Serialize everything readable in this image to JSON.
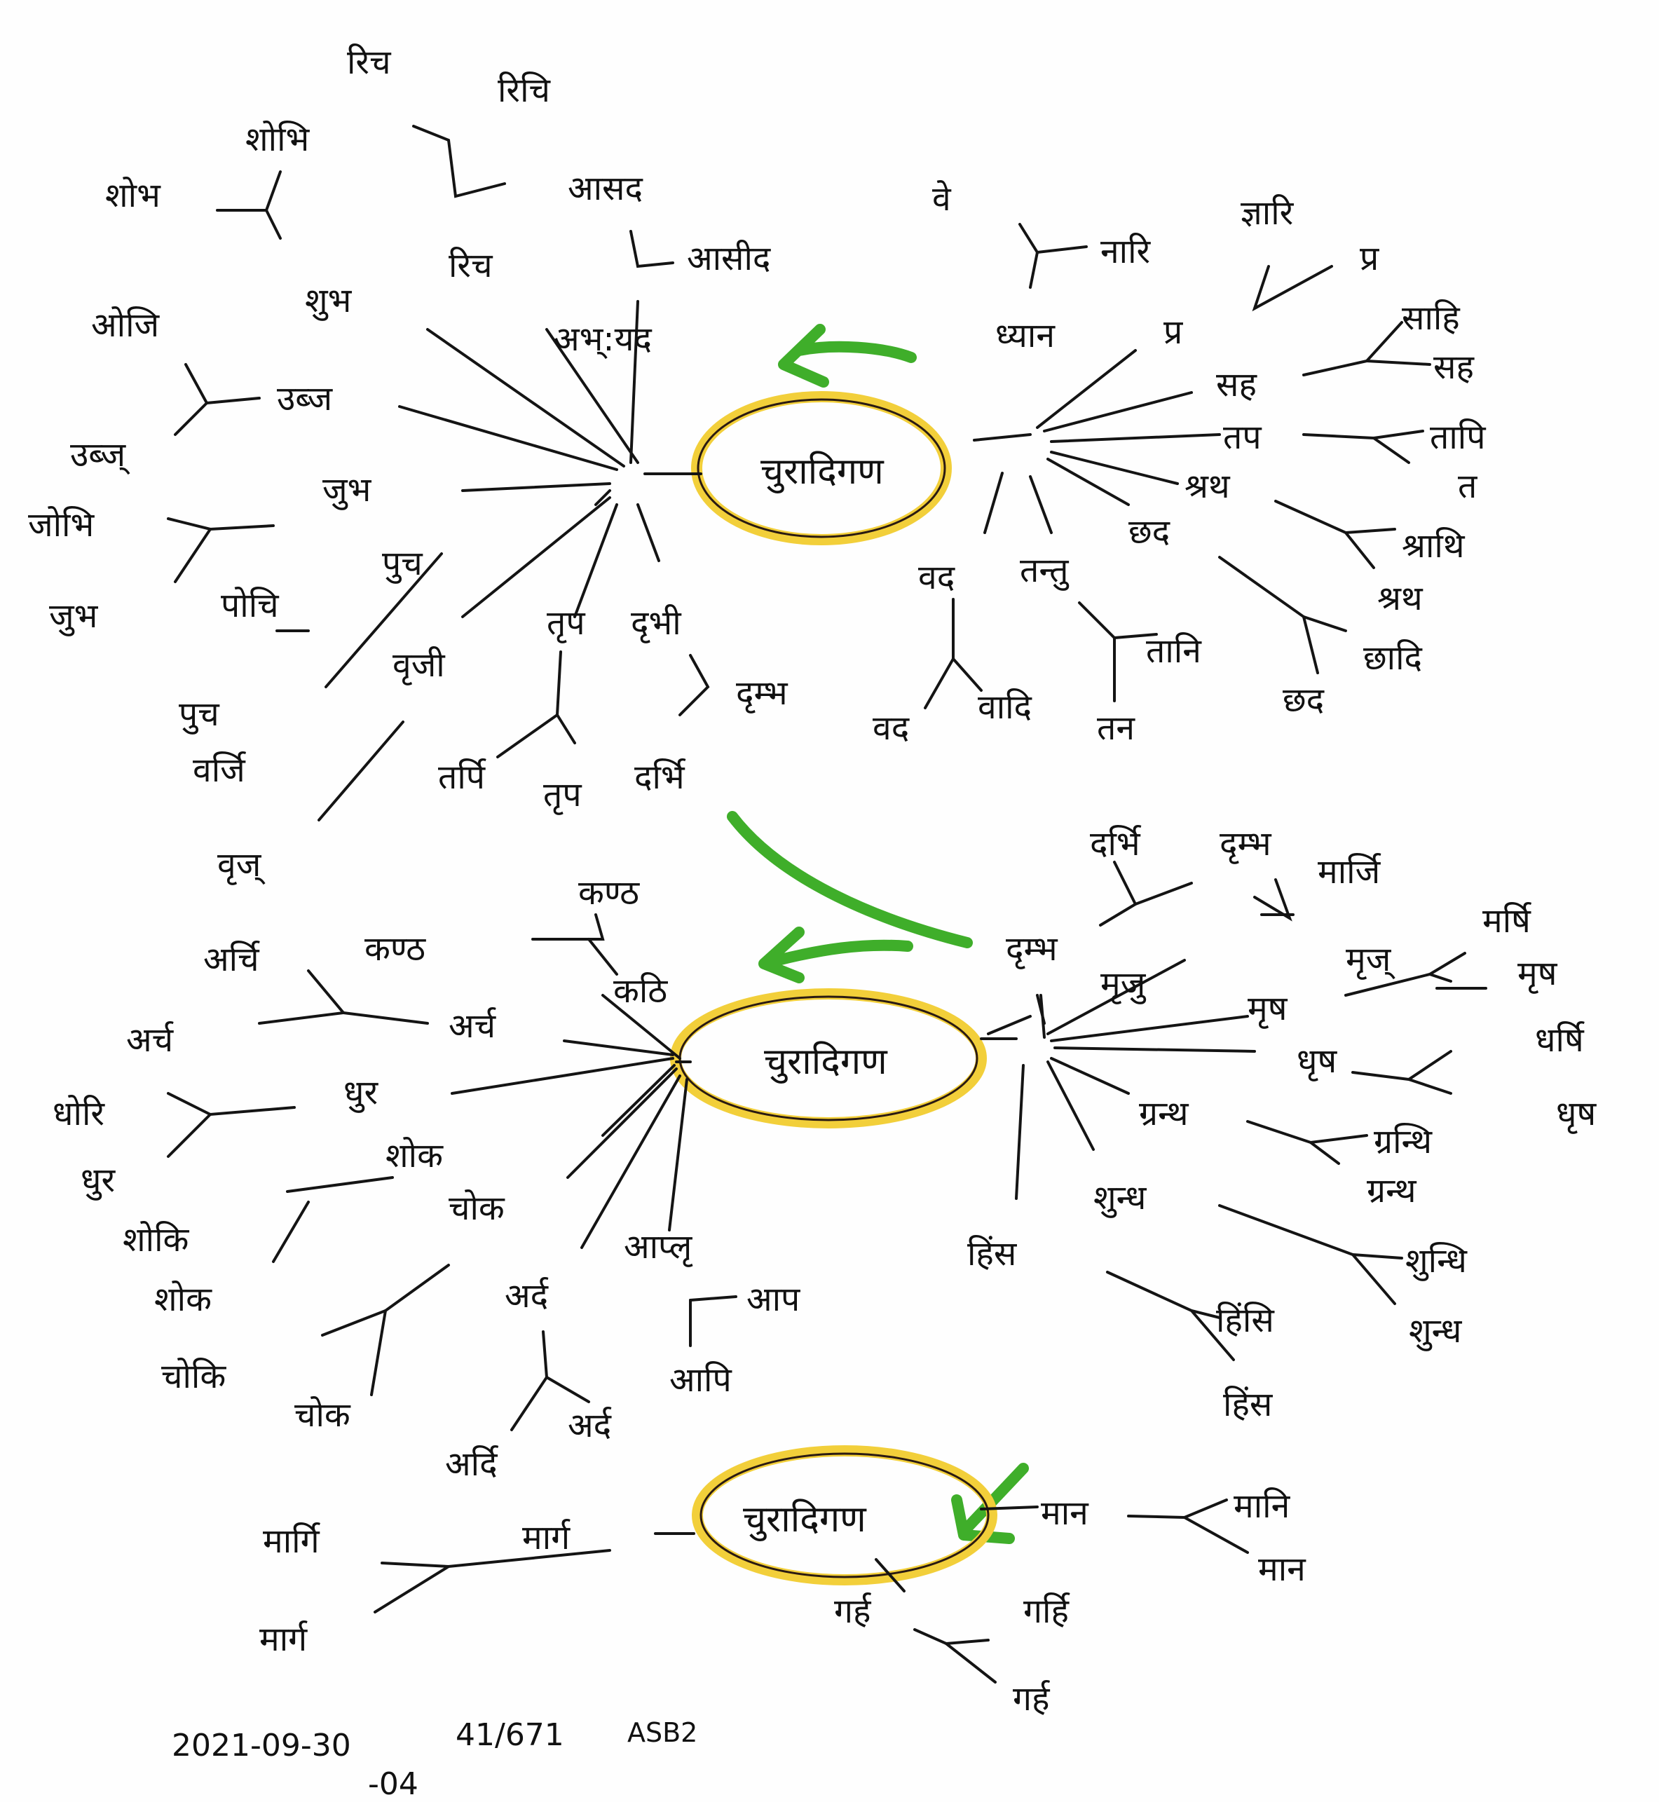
{
  "hub_label": "चुरादिगण",
  "footer": {
    "date": "2021-09-30",
    "date_suffix": "-04",
    "reference": "41/671",
    "code": "ASB2"
  },
  "diagram1": {
    "left": {
      "root": "अभ्:यद",
      "w_rich": "रिच",
      "w_rica": "रिच",
      "w_rici": "रिचि",
      "w_shobha": "शुभ",
      "w_shobhi": "शोभि",
      "w_shobha2": "शोभ",
      "w_asad": "आसद",
      "w_asid": "आसीद",
      "w_ubj": "उब्ज",
      "w_ojit": "ओजि",
      "w_ubj2": "उब्ज्",
      "w_jubh": "जुभ",
      "w_jobhi": "जोभि",
      "w_jubh2": "जुभ",
      "w_puch": "पुच",
      "w_pochi": "पोचि",
      "w_puch2": "पुच",
      "w_vrij": "वृजी",
      "w_varji": "वर्जि",
      "w_vrij2": "वृज्",
      "w_trup": "तृप",
      "w_tarpi": "तर्पि",
      "w_trup2": "तृप",
      "w_drbh": "दृभी",
      "w_drmbh": "दृम्भ",
      "w_darbhi": "दर्भि"
    },
    "right": {
      "w_ve": "वे",
      "w_nari": "नारि",
      "w_dhu": "ध्यान",
      "w_janri": "ज्ञारि",
      "w_pr": "प्र",
      "w_pr2": "प्र",
      "w_sah": "सह",
      "w_sahi": "साहि",
      "w_sah2": "सह",
      "w_tap": "तप",
      "w_tapi": "तापि",
      "w_ta": "त",
      "w_shrath": "श्रथ",
      "w_shrathi": "श्राथि",
      "w_shrath2": "श्रथ",
      "w_chhad": "छद",
      "w_chhadi": "छादि",
      "w_chhad2": "छद",
      "w_tantu": "तन्तु",
      "w_tani": "तानि",
      "w_tan": "तन",
      "w_vad": "वद",
      "w_vadi": "वादि",
      "w_vad2": "वद"
    }
  },
  "diagram2": {
    "left": {
      "w_kanth": "कण्ठ",
      "w_kanth2": "कण्ठ",
      "w_kanthi": "कठि",
      "w_archi": "अर्चि",
      "w_arch": "अर्च",
      "w_arch2": "अर्च",
      "w_dhur": "धुर",
      "w_dhori": "धोरि",
      "w_dhur2": "धुर",
      "w_shok": "शोक",
      "w_shoki": "शोकि",
      "w_shok2": "शोक",
      "w_chok": "चोक",
      "w_choki": "चोकि",
      "w_chok2": "चोक",
      "w_ard": "अर्द",
      "w_ardi": "अर्दि",
      "w_ard2": "अर्द",
      "w_ap": "आप्लृ",
      "w_ap2": "आप",
      "w_api": "आपि"
    },
    "right": {
      "w_darbhi": "दर्भि",
      "w_drmbh": "दृम्भ",
      "w_drmbh2": "दृम्भ",
      "w_mrj": "मृजु",
      "w_marji": "मार्जि",
      "w_mrj2": "मृज्",
      "w_mrsh": "मृष",
      "w_marshi": "मर्षि",
      "w_mrsh2": "मृष",
      "w_dhrsh": "धृष",
      "w_dharshi": "धर्षि",
      "w_dhrsh2": "धृष",
      "w_granth": "ग्रन्थ",
      "w_granthi": "ग्रन्थि",
      "w_granth2": "ग्रन्थ",
      "w_shundh": "शुन्ध",
      "w_shundhi": "शुन्धि",
      "w_shundh2": "शुन्ध",
      "w_hims": "हिंस",
      "w_himsi": "हिंसि",
      "w_hims2": "हिंस"
    }
  },
  "diagram3": {
    "w_marg": "मार्ग",
    "w_margi": "मार्गि",
    "w_marg2": "मार्ग",
    "w_man": "मान",
    "w_mani": "मानि",
    "w_man2": "मान",
    "w_garh": "गर्ह",
    "w_garhi": "गर्हि",
    "w_garh2": "गर्ह"
  }
}
